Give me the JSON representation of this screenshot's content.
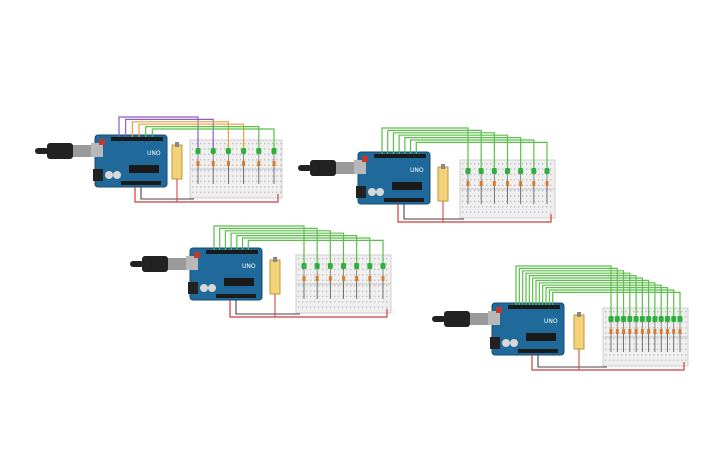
{
  "board_label": "UNO",
  "colors": {
    "background": "#ffffff",
    "arduino": "#1f6a9a",
    "arduino_dark": "#144b6e",
    "breadboard": "#efefef",
    "breadboard_border": "#cfcfcf",
    "wire_green": "#5bbf4a",
    "wire_purple": "#8a5cc7",
    "wire_orange": "#e8a23a",
    "wire_red": "#d23a3a",
    "wire_black": "#444444",
    "led_green": "#2eae3a",
    "resistor": "#d97c2a",
    "potentiometer": "#f3d27a",
    "usb_plug": "#222222"
  },
  "circuits": [
    {
      "id": "circuit-1",
      "led_count": 6,
      "wire_colors": [
        "purple",
        "purple",
        "orange",
        "orange",
        "green",
        "green"
      ]
    },
    {
      "id": "circuit-2",
      "led_count": 7,
      "wire_colors": [
        "green",
        "green",
        "green",
        "green",
        "green",
        "green",
        "green"
      ]
    },
    {
      "id": "circuit-3",
      "led_count": 7,
      "wire_colors": [
        "green",
        "green",
        "green",
        "green",
        "green",
        "green",
        "green"
      ]
    },
    {
      "id": "circuit-4",
      "led_count": 12,
      "wire_colors": [
        "green",
        "green",
        "green",
        "green",
        "green",
        "green",
        "green",
        "green",
        "green",
        "green",
        "green",
        "green"
      ]
    }
  ]
}
